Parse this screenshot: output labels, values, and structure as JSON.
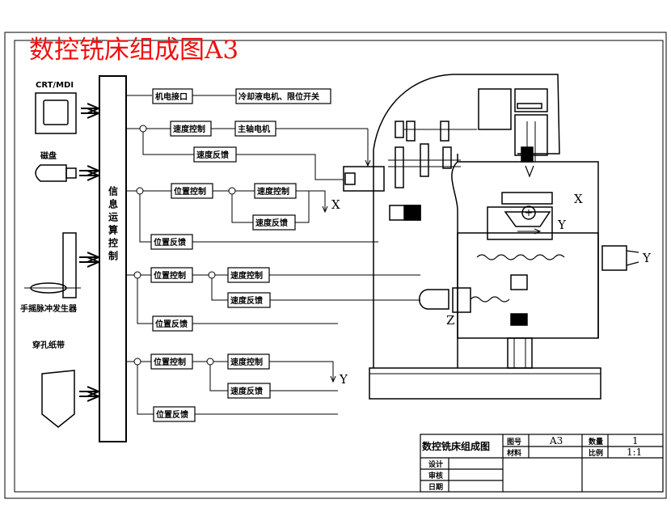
{
  "title": "数控铣床组成图A3",
  "inputs": {
    "crt": "CRT/MDI",
    "keyboard": "磁盘",
    "handwheel": "手摇脉冲发生器",
    "tape": "穿孔纸带"
  },
  "cpu": "信息运算控制",
  "blocks": {
    "interface": "机电接口",
    "coolant": "冷却液电机、限位开关",
    "speed_ctrl": "速度控制",
    "spindle_motor": "主轴电机",
    "speed_fb": "速度反馈",
    "pos_ctrl": "位置控制",
    "pos_fb": "位置反馈"
  },
  "axes": {
    "x": "X",
    "y": "Y",
    "z": "Z"
  },
  "title_block": {
    "name": "数控铣床组成图",
    "drawing_no_label": "图号",
    "drawing_no": "A3",
    "material_label": "材料",
    "qty_label": "数量",
    "qty": "1",
    "scale_label": "比例",
    "scale": "1:1",
    "design": "设计",
    "review": "审核",
    "date": "日期"
  }
}
